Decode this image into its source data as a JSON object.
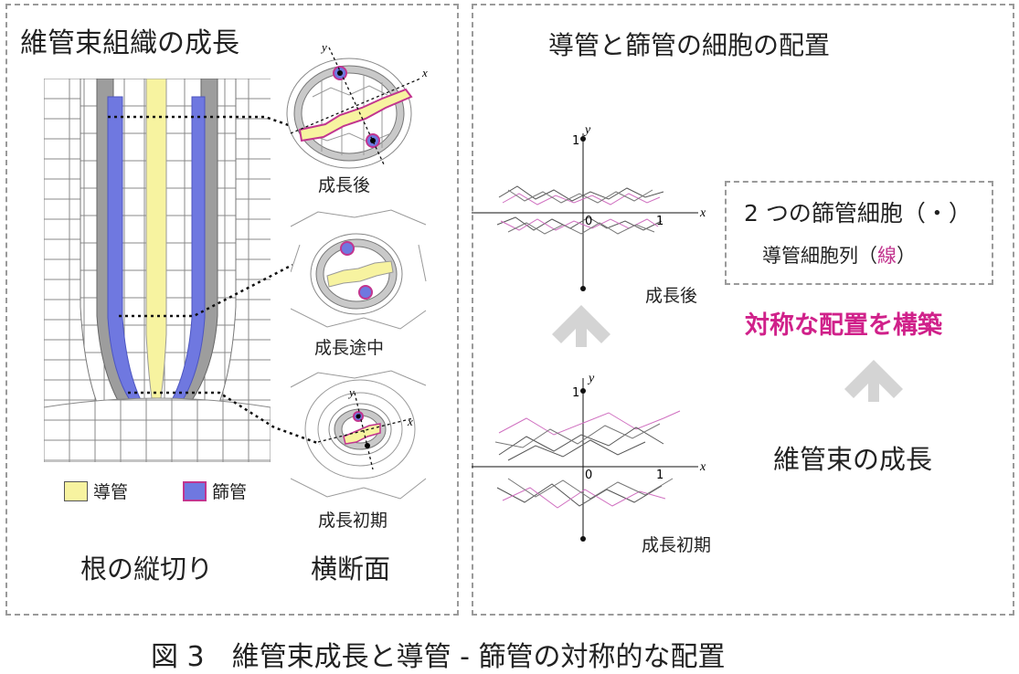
{
  "left_panel": {
    "title": "維管束組織の成長",
    "section_after": "成長後",
    "section_mid": "成長途中",
    "section_early": "成長初期",
    "legend": {
      "xylem": "導管",
      "phloem": "篩管"
    },
    "caption_longitudinal": "根の縦切り",
    "caption_cross": "横断面",
    "axis_x": "x",
    "axis_y": "y"
  },
  "right_panel": {
    "title": "導管と篩管の細胞の配置",
    "plot_after": {
      "label": "成長後",
      "x_axis": "x",
      "y_axis": "y",
      "tick_origin": "0",
      "tick_x": "1",
      "tick_y": "1"
    },
    "plot_early": {
      "label": "成長初期",
      "x_axis": "x",
      "y_axis": "y",
      "tick_origin": "0",
      "tick_x": "1",
      "tick_y": "1"
    },
    "summary_line1": "2 つの篩管細胞（・）",
    "summary_line2_pre": "導管細胞列（",
    "summary_line2_mag": "線",
    "summary_line2_post": "）",
    "highlight": "対称な配置を構築",
    "growth": "維管束の成長"
  },
  "figure_caption": "図 3　維管束成長と導管 - 篩管の対称的な配置",
  "colors": {
    "xylem": "#f7f3a0",
    "phloem": "#6f78e0",
    "phloem_border": "#c2358f",
    "accent": "#d0218a",
    "arrow": "#d4d4d4",
    "dashed_border": "#9a9a9a"
  }
}
